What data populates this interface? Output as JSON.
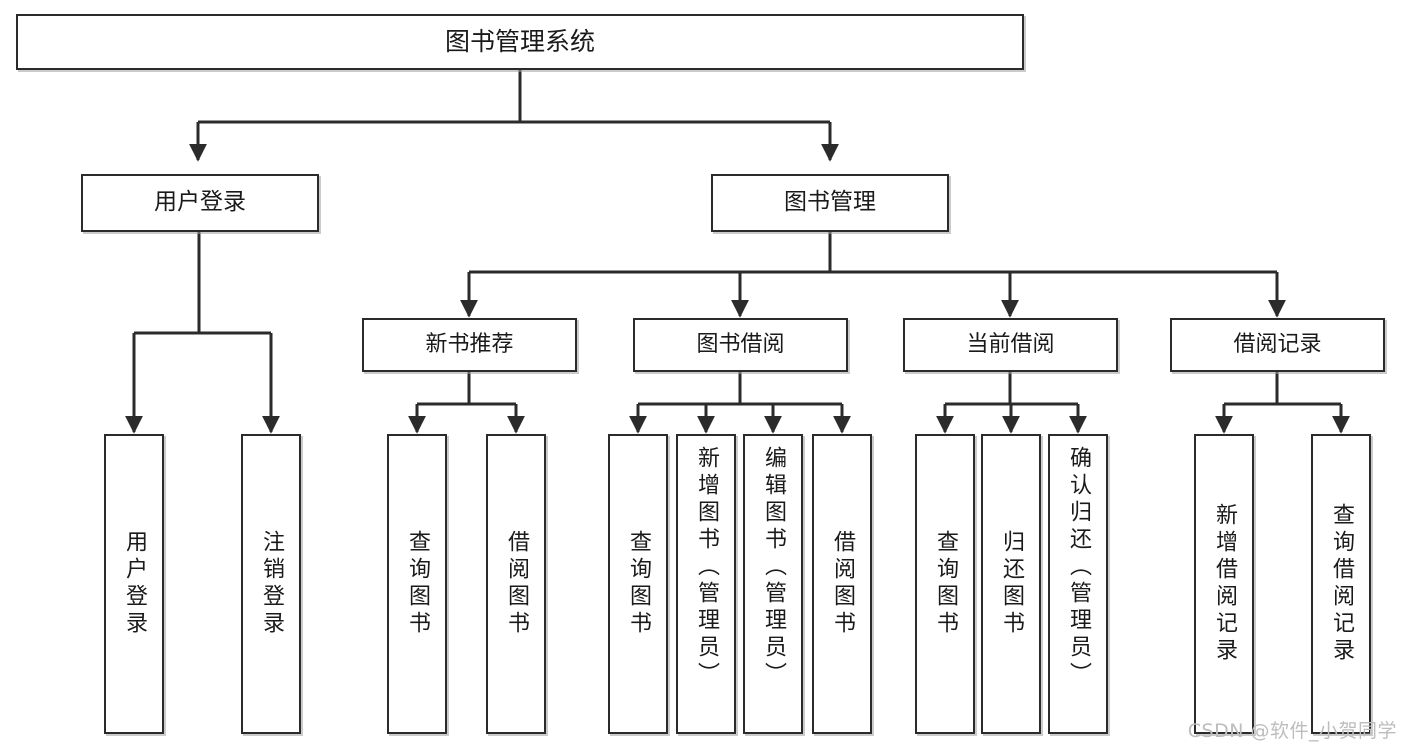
{
  "diagram": {
    "title": "图书管理系统",
    "type": "tree",
    "watermark": "CSDN @软件_小贺同学",
    "colors": {
      "border": "#2b2b2b",
      "text": "#1a1a1a",
      "background": "#ffffff",
      "edge": "#2b2b2b",
      "watermark": "#bdbdbd"
    },
    "root": {
      "label": "图书管理系统"
    },
    "level2": [
      {
        "label": "用户登录"
      },
      {
        "label": "图书管理"
      }
    ],
    "level3": [
      {
        "label": "新书推荐"
      },
      {
        "label": "图书借阅"
      },
      {
        "label": "当前借阅"
      },
      {
        "label": "借阅记录"
      }
    ],
    "leaves": {
      "user_login": [
        {
          "label": "用户登录"
        },
        {
          "label": "注销登录"
        }
      ],
      "new_book_recommend": [
        {
          "label": "查询图书"
        },
        {
          "label": "借阅图书"
        }
      ],
      "book_borrow": [
        {
          "label": "查询图书"
        },
        {
          "label": "新增图书（管理员）"
        },
        {
          "label": "编辑图书（管理员）"
        },
        {
          "label": "借阅图书"
        }
      ],
      "current_borrow": [
        {
          "label": "查询图书"
        },
        {
          "label": "归还图书"
        },
        {
          "label": "确认归还（管理员）"
        }
      ],
      "borrow_record": [
        {
          "label": "新增借阅记录"
        },
        {
          "label": "查询借阅记录"
        }
      ]
    }
  }
}
